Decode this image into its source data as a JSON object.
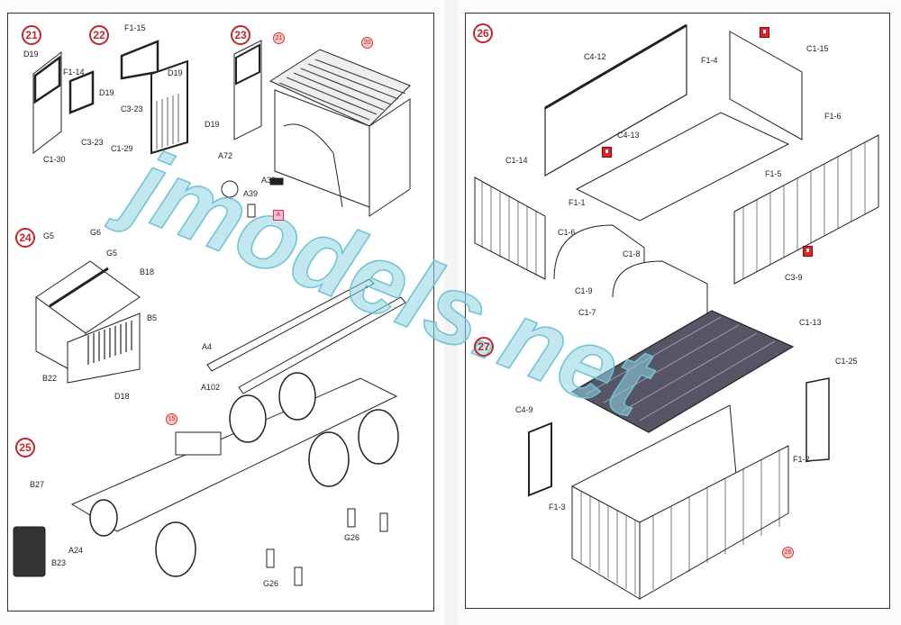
{
  "watermark": "jmodels.net",
  "left_page": {
    "steps": [
      "21",
      "22",
      "23",
      "24",
      "25"
    ],
    "step21": {
      "labels": [
        "D19",
        "F1-14",
        "D19",
        "C3-23",
        "C1-30"
      ]
    },
    "step22": {
      "labels": [
        "F1-15",
        "D19",
        "C3-23",
        "D19",
        "C1-29"
      ]
    },
    "step23": {
      "labels": [
        "A72",
        "A30",
        "A39"
      ],
      "subassemblies": [
        "21",
        "20"
      ],
      "marker": "A"
    },
    "step24": {
      "labels": [
        "G5",
        "G6",
        "G5",
        "B18",
        "B5",
        "B22",
        "D18"
      ]
    },
    "step25": {
      "labels": [
        "A4",
        "A102",
        "B27",
        "A24",
        "B23",
        "G26",
        "G26"
      ],
      "subassemblies": [
        "15"
      ]
    }
  },
  "right_page": {
    "steps": [
      "26",
      "27"
    ],
    "step26": {
      "labels": [
        "C4-12",
        "F1-4",
        "C1-15",
        "F1-6",
        "C1-14",
        "F1-1",
        "C4-13",
        "F1-5",
        "C1-6",
        "C1-8",
        "C1-9",
        "C3-9",
        "C1-7"
      ]
    },
    "step27": {
      "labels": [
        "C1-13",
        "C1-25",
        "C4-9",
        "F1-2",
        "F1-3"
      ],
      "subassemblies": [
        "26"
      ]
    }
  },
  "colors": {
    "step_red": "#c0262b",
    "watermark": "#8fd3e0"
  }
}
